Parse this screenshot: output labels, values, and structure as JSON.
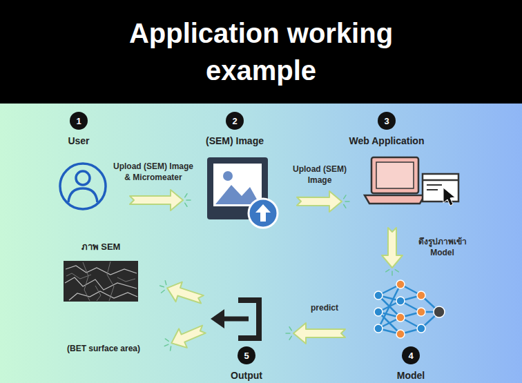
{
  "diagram": {
    "title": "Application working example",
    "nodes": [
      {
        "text": [
          "1",
          "User"
        ]
      },
      {
        "text": [
          "2",
          "(SEM) Image"
        ]
      },
      {
        "text": [
          "3",
          "Web Application"
        ]
      },
      {
        "text": [
          "4",
          "Model"
        ]
      },
      {
        "text": [
          "5",
          "Output"
        ]
      },
      {
        "text": [
          "ภาพ SEM"
        ]
      },
      {
        "text": [
          "(BET surface area)"
        ]
      }
    ],
    "edges": [
      {
        "from": 0,
        "to": 1,
        "label": "Upload (SEM) Image & Micromeater",
        "arrow": "to"
      },
      {
        "from": 1,
        "to": 2,
        "label": "Upload (SEM) Image",
        "arrow": "to"
      },
      {
        "from": 2,
        "to": 3,
        "label": "ดึงรูปภาพเข้า Model",
        "arrow": "to"
      },
      {
        "from": 3,
        "to": 4,
        "label": "predict",
        "arrow": "to"
      },
      {
        "from": 4,
        "to": 5,
        "arrow": "to"
      },
      {
        "from": 4,
        "to": 6,
        "arrow": "to"
      }
    ]
  }
}
